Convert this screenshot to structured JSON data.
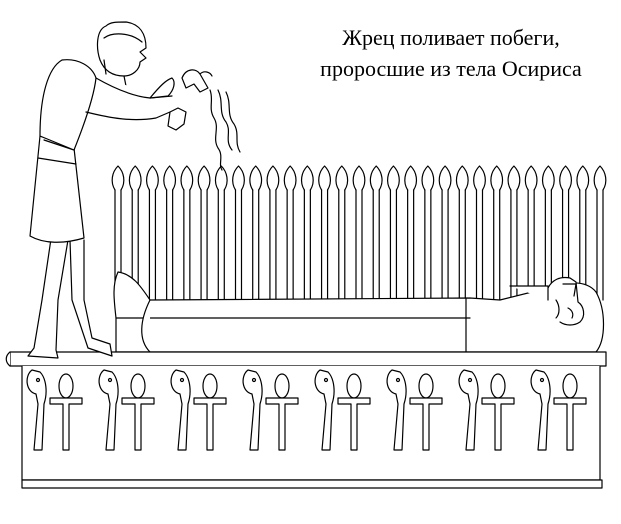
{
  "caption": {
    "line1": "Жрец поливает побеги,",
    "line2": "проросшие из тела Осириса"
  },
  "colors": {
    "ink": "#000000",
    "paper": "#ffffff"
  },
  "figures": {
    "shoot_count": 29,
    "ankh_count": 8,
    "bird_count": 8
  }
}
